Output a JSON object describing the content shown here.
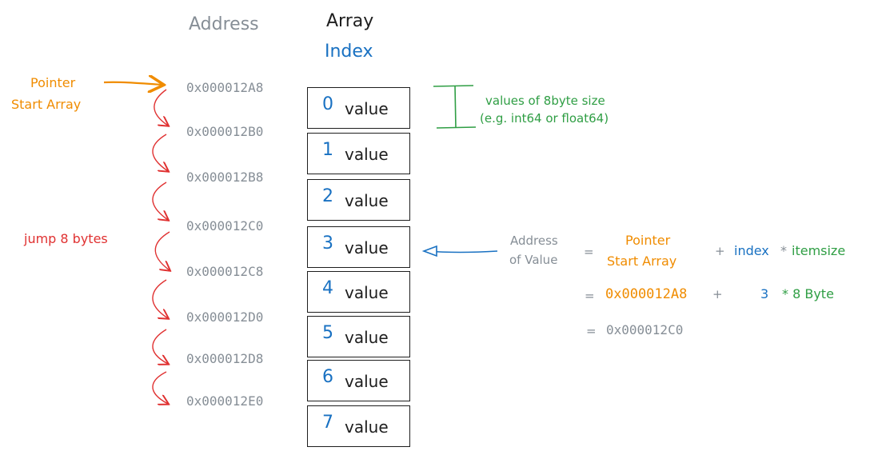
{
  "headers": {
    "address": "Address",
    "array": "Array",
    "index": "Index"
  },
  "pointer_label": {
    "line1": "Pointer",
    "line2": "Start Array"
  },
  "jump_label": "jump 8 bytes",
  "addresses": [
    "0x000012A8",
    "0x000012B0",
    "0x000012B8",
    "0x000012C0",
    "0x000012C8",
    "0x000012D0",
    "0x000012D8",
    "0x000012E0"
  ],
  "cells": [
    {
      "index": "0",
      "value": "value"
    },
    {
      "index": "1",
      "value": "value"
    },
    {
      "index": "2",
      "value": "value"
    },
    {
      "index": "3",
      "value": "value"
    },
    {
      "index": "4",
      "value": "value"
    },
    {
      "index": "5",
      "value": "value"
    },
    {
      "index": "6",
      "value": "value"
    },
    {
      "index": "7",
      "value": "value"
    }
  ],
  "size_note": {
    "line1": "values of 8byte size",
    "line2": "(e.g. int64 or float64)"
  },
  "formula": {
    "lhs1": "Address",
    "lhs2": "of Value",
    "eq": "=",
    "pointer1": "Pointer",
    "pointer2": "Start Array",
    "plus": "+",
    "index": "index",
    "times": "*",
    "itemsize": "itemsize",
    "row2_eq": "=",
    "row2_addr": "0x000012A8",
    "row2_plus": "+",
    "row2_idx": "3",
    "row2_size": "* 8 Byte",
    "row3_eq": "=",
    "row3_addr": "0x000012C0"
  },
  "colors": {
    "orange": "#f08c00",
    "red": "#e03131",
    "green": "#2f9e44",
    "blue": "#1971c2",
    "gray": "#868e96"
  }
}
